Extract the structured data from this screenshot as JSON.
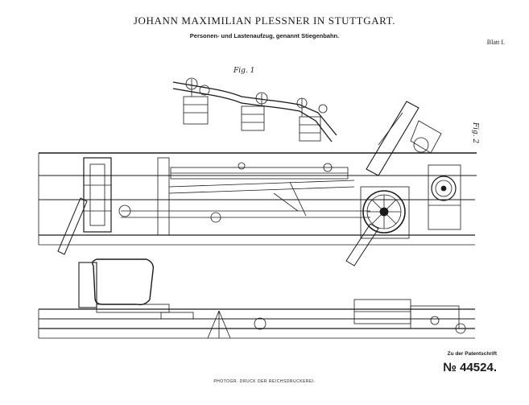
{
  "header": {
    "title": "JOHANN MAXIMILIAN PLESSNER IN STUTTGART.",
    "subtitle": "Personen- und Lastenaufzug, genannt Stiegenbahn.",
    "sheet": "Blatt I."
  },
  "figures": {
    "fig1": "Fig. 1",
    "fig2": "Fig. 2"
  },
  "footer": {
    "reference": "Zu der Patentschrift",
    "patent_number": "№ 44524.",
    "printer": "PHOTOGR. DRUCK DER REICHSDRUCKEREI."
  },
  "colors": {
    "ink": "#1a1a1a",
    "paper": "#ffffff"
  }
}
